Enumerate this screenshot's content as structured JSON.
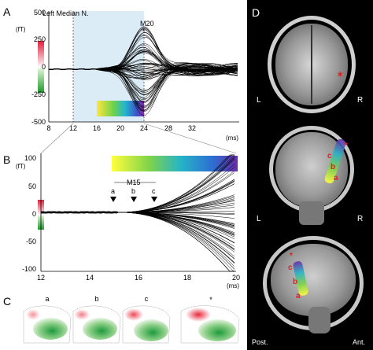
{
  "panelA": {
    "letter": "A",
    "unit": "(fT)",
    "stim_label": "Left Median N.",
    "peak_label": "M20",
    "peak_star": "*",
    "yticks": [
      "500",
      "250",
      "0",
      "-250",
      "-500"
    ],
    "xticks": [
      "8",
      "12",
      "16",
      "20",
      "24",
      "28",
      "32"
    ],
    "xunit": "(ms)"
  },
  "panelB": {
    "letter": "B",
    "unit": "(fT)",
    "bracket_label": "M15",
    "markers": [
      "a",
      "b",
      "c"
    ],
    "yticks": [
      "100",
      "50",
      "0",
      "-50",
      "-100"
    ],
    "xticks": [
      "12",
      "14",
      "16",
      "18",
      "20"
    ],
    "xunit": "(ms)"
  },
  "panelC": {
    "letter": "C",
    "maps": [
      "a",
      "b",
      "c",
      "*"
    ]
  },
  "panelD": {
    "letter": "D",
    "axial": {
      "left": "L",
      "right": "R"
    },
    "coronal": {
      "left": "L",
      "right": "R",
      "labels": [
        "c",
        "b",
        "a"
      ],
      "star": "*"
    },
    "sagittal": {
      "post": "Post.",
      "ant": "Ant.",
      "labels": [
        "c",
        "b",
        "a"
      ],
      "star": "*"
    }
  },
  "colors": {
    "trace": "#000000",
    "stim_band": "#dcecf7",
    "red_marker": "#e02020",
    "mri_bg": "#000000"
  }
}
